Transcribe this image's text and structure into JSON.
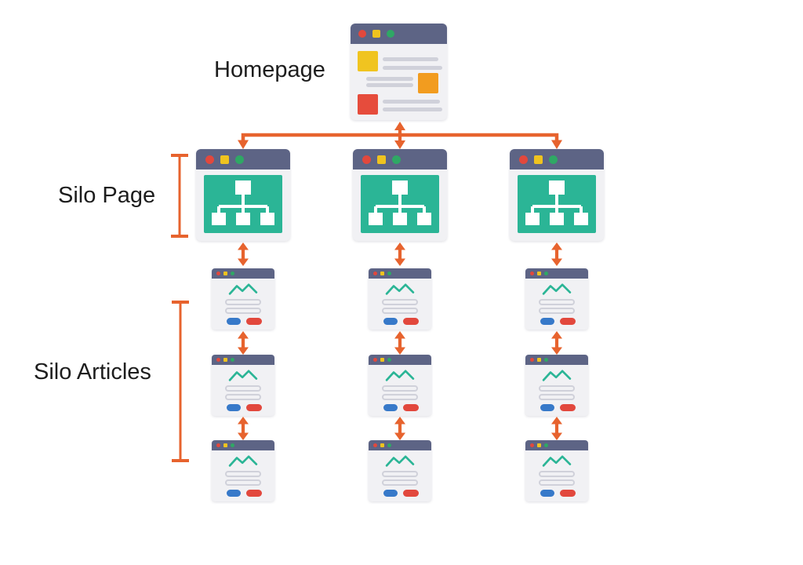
{
  "labels": {
    "homepage": "Homepage",
    "silo_page": "Silo Page",
    "silo_articles": "Silo Articles"
  },
  "structure": {
    "root": "Homepage",
    "silo_pages": 3,
    "articles_per_silo": 3,
    "linking": "bidirectional-arrows"
  },
  "colors": {
    "accent": "#E7632E",
    "titlebar": "#5D6485",
    "window_body": "#F1F1F4",
    "teal": "#2BB596",
    "dot_red": "#E2483D",
    "dot_yellow": "#EFC31F",
    "dot_green": "#2FA865",
    "block_yellow": "#F0C420",
    "block_orange": "#F29C1F",
    "block_red": "#E64C3C",
    "pill_blue": "#3779C9",
    "pill_red": "#E2483D",
    "line_gray": "#D0D1DA",
    "label_color": "#1D1D1D"
  },
  "icons": {
    "homepage_window": "browser-window-icon",
    "silo_page_window": "sitemap-icon",
    "article_window": "line-chart-icon",
    "window_controls": [
      "red-dot-icon",
      "yellow-dot-icon",
      "green-dot-icon"
    ],
    "connectors": "double-headed-arrow-icon"
  }
}
